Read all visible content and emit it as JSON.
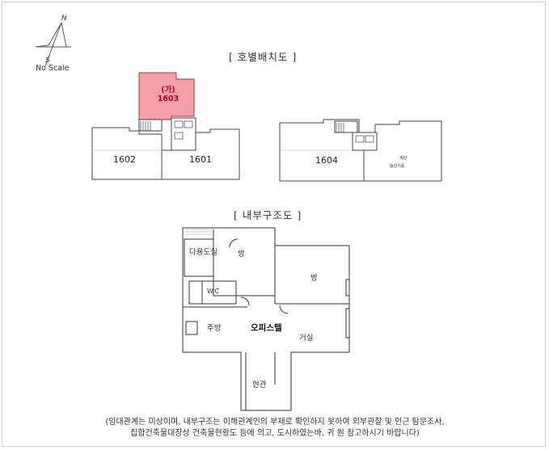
{
  "compass": {
    "north": "N",
    "south": "S",
    "scale_note": "No Scale"
  },
  "sections": {
    "unit_layout_title": "[ 호별배치도 ]",
    "interior_title": "[ 내부구조도 ]"
  },
  "unit_layout": {
    "highlight_unit": {
      "tag": "(가)",
      "number": "1603",
      "color": "#f4a0a6"
    },
    "left_units": [
      "1602",
      "1601"
    ],
    "right_units": [
      "1604"
    ],
    "right_annex_labels": [
      "계단",
      "승강기홀"
    ]
  },
  "interior": {
    "rooms": [
      {
        "id": "utility",
        "label": "다용도실"
      },
      {
        "id": "room-top",
        "label": "방"
      },
      {
        "id": "room-right",
        "label": "방"
      },
      {
        "id": "wc",
        "label": "W.C"
      },
      {
        "id": "kitchen",
        "label": "주방"
      },
      {
        "id": "type",
        "label": "오피스텔",
        "bold": true
      },
      {
        "id": "living",
        "label": "거실"
      },
      {
        "id": "entrance",
        "label": "현관"
      }
    ]
  },
  "footnote": {
    "line1": "(임대관계는 미상이며, 내부구조는 이해관계인의 부재로 확인하지 못하여 외부관찰 및 인근 탐문조사,",
    "line2": "집합건축물대장상 건축물현황도 등에 의고, 도시하였는바, 귀 원 참고하시기 바랍니다)"
  }
}
